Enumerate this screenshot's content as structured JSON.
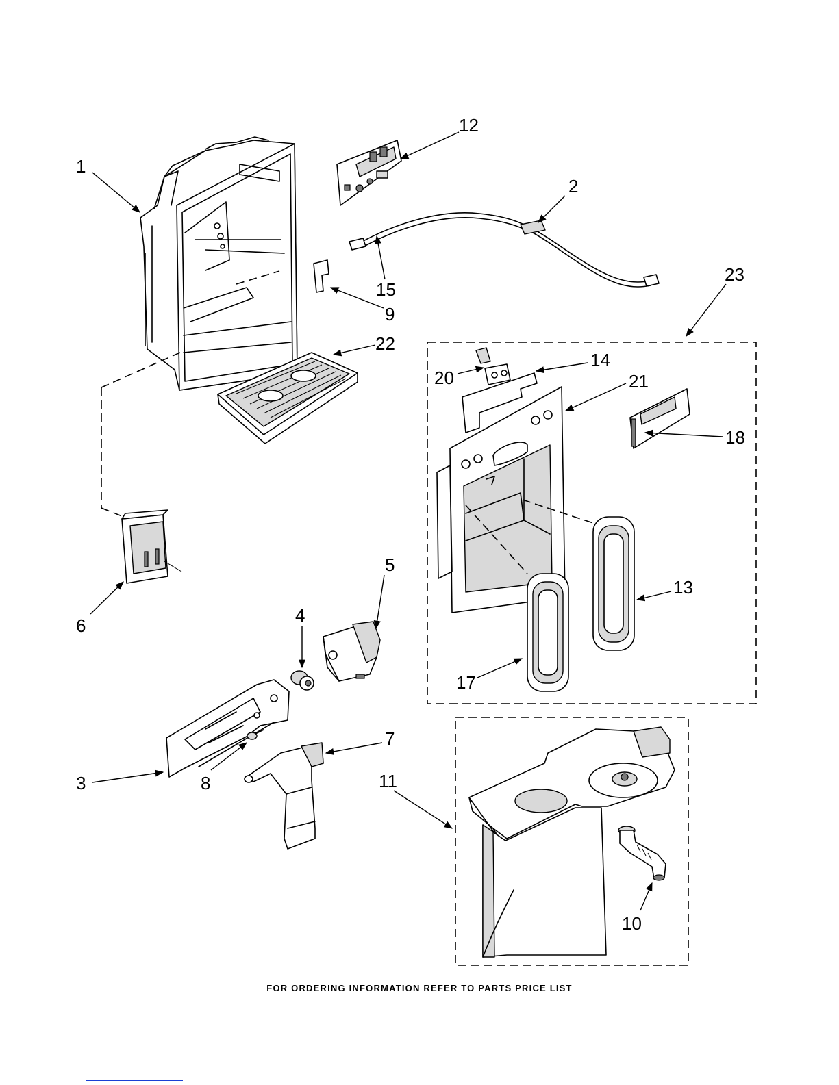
{
  "footer_text": "FOR ORDERING INFORMATION REFER TO PARTS PRICE LIST",
  "labels": {
    "p1": "1",
    "p2": "2",
    "p3": "3",
    "p4": "4",
    "p5": "5",
    "p6": "6",
    "p7": "7",
    "p8": "8",
    "p9": "9",
    "p10": "10",
    "p11": "11",
    "p12": "12",
    "p13": "13",
    "p14": "14",
    "p15": "15",
    "p17": "17",
    "p18": "18",
    "p20": "20",
    "p21": "21",
    "p22": "22",
    "p23": "23"
  }
}
